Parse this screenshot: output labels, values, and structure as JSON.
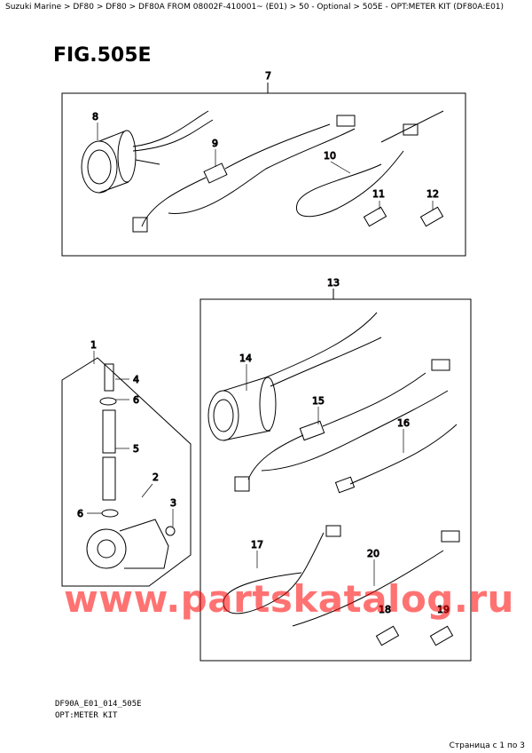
{
  "breadcrumb": "Suzuki Marine > DF80 > DF80 > DF80A FROM 08002F-410001~ (E01) > 50 - Optional > 505E - OPT:METER KIT (DF80A:E01)",
  "figure_title": "FIG.505E",
  "watermark": "www.partskatalog.ru",
  "footer_code": "DF90A_E01_014_505E",
  "footer_caption": "OPT:METER KIT",
  "page_count": "Страница с 1 по 3",
  "callouts": {
    "c1": "1",
    "c2": "2",
    "c3": "3",
    "c4": "4",
    "c5": "5",
    "c6a": "6",
    "c6b": "6",
    "c7": "7",
    "c8": "8",
    "c9": "9",
    "c10": "10",
    "c11": "11",
    "c12": "12",
    "c13": "13",
    "c14": "14",
    "c15": "15",
    "c16": "16",
    "c17": "17",
    "c18": "18",
    "c19": "19",
    "c20": "20"
  }
}
